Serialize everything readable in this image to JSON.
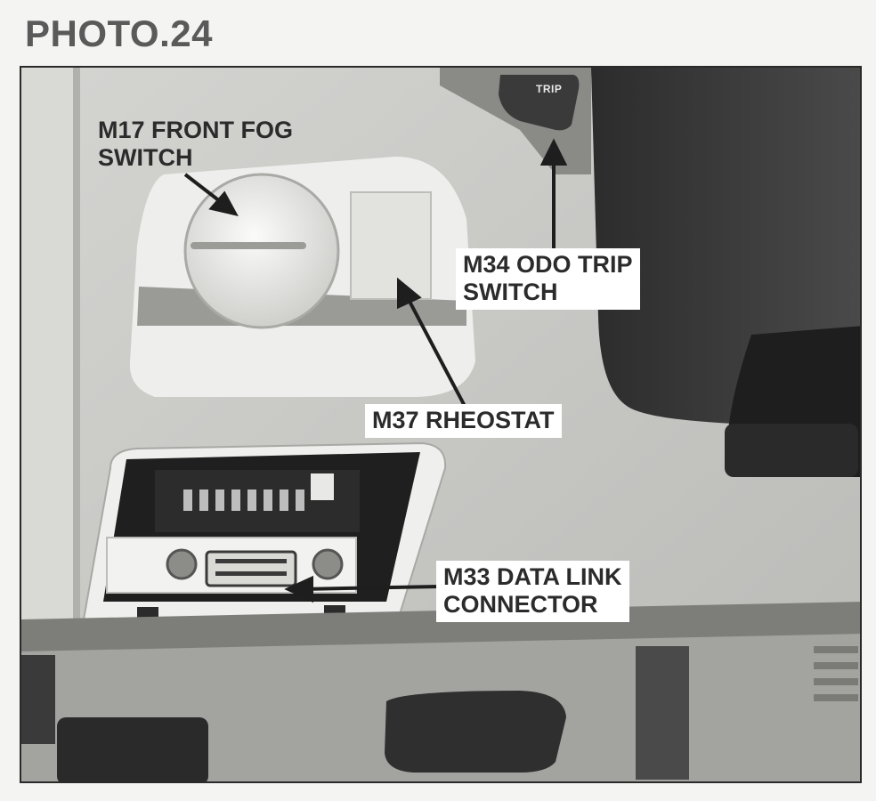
{
  "header": {
    "title": "PHOTO.24"
  },
  "photo": {
    "trip_button_text": "TRIP",
    "labels": {
      "fog_switch": "M17 FRONT FOG\nSWITCH",
      "odo_trip": "M34 ODO TRIP\nSWITCH",
      "rheostat": "M37 RHEOSTAT",
      "data_link": "M33 DATA LINK\nCONNECTOR"
    }
  }
}
